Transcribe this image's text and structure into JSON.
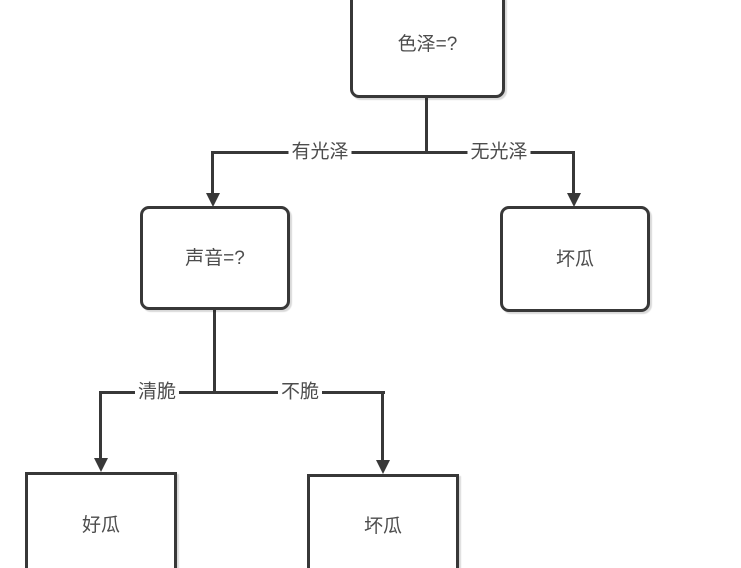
{
  "diagram": {
    "type": "decision-tree-flowchart",
    "nodes": {
      "root": {
        "label": "色泽=?"
      },
      "sound": {
        "label": "声音=?"
      },
      "bad_right": {
        "label": "坏瓜"
      },
      "good": {
        "label": "好瓜"
      },
      "bad_bottom": {
        "label": "坏瓜"
      }
    },
    "edges": {
      "shiny": {
        "label": "有光泽",
        "from": "root",
        "to": "sound"
      },
      "not_shiny": {
        "label": "无光泽",
        "from": "root",
        "to": "bad_right"
      },
      "crisp": {
        "label": "清脆",
        "from": "sound",
        "to": "good"
      },
      "not_crisp": {
        "label": "不脆",
        "from": "sound",
        "to": "bad_bottom"
      }
    },
    "colors": {
      "line": "#383838",
      "text": "#4d4d4d",
      "node_fill": "#ffffff",
      "background": "#ffffff"
    }
  }
}
